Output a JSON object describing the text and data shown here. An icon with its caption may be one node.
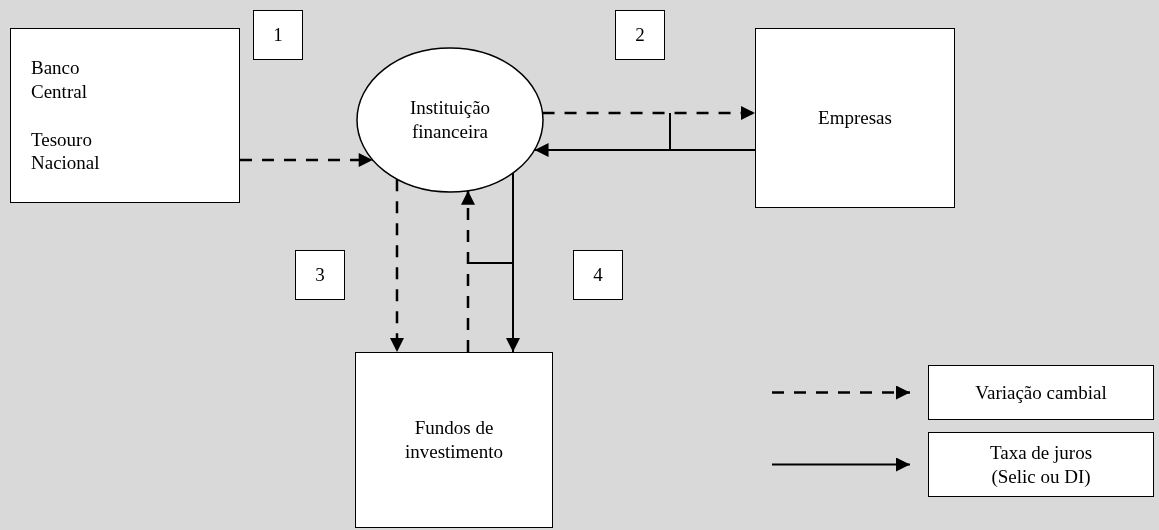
{
  "diagram": {
    "nodes": [
      {
        "text": [
          "Banco Central",
          "Tesouro Nacional"
        ]
      },
      {
        "text": [
          "Instituição financeira"
        ]
      },
      {
        "text": [
          "Empresas"
        ]
      },
      {
        "text": [
          "Fundos de investimento"
        ]
      },
      {
        "text": [
          "1"
        ]
      },
      {
        "text": [
          "2"
        ]
      },
      {
        "text": [
          "3"
        ]
      },
      {
        "text": [
          "4"
        ]
      }
    ],
    "edges": [
      {
        "from": 0,
        "to": 1,
        "arrow": "to",
        "style": "dashed"
      },
      {
        "from": 1,
        "to": 2,
        "arrow": "to",
        "style": "dashed"
      },
      {
        "from": 2,
        "to": 1,
        "arrow": "to"
      },
      {
        "from": 1,
        "to": 3,
        "arrow": "to",
        "style": "dashed"
      },
      {
        "from": 3,
        "to": 1,
        "arrow": "to",
        "style": "dashed"
      },
      {
        "from": 1,
        "to": 3,
        "arrow": "to"
      }
    ],
    "legend": [
      {
        "text": "Variação cambial"
      },
      {
        "text": "Taxa de juros (Selic ou DI)"
      }
    ]
  }
}
